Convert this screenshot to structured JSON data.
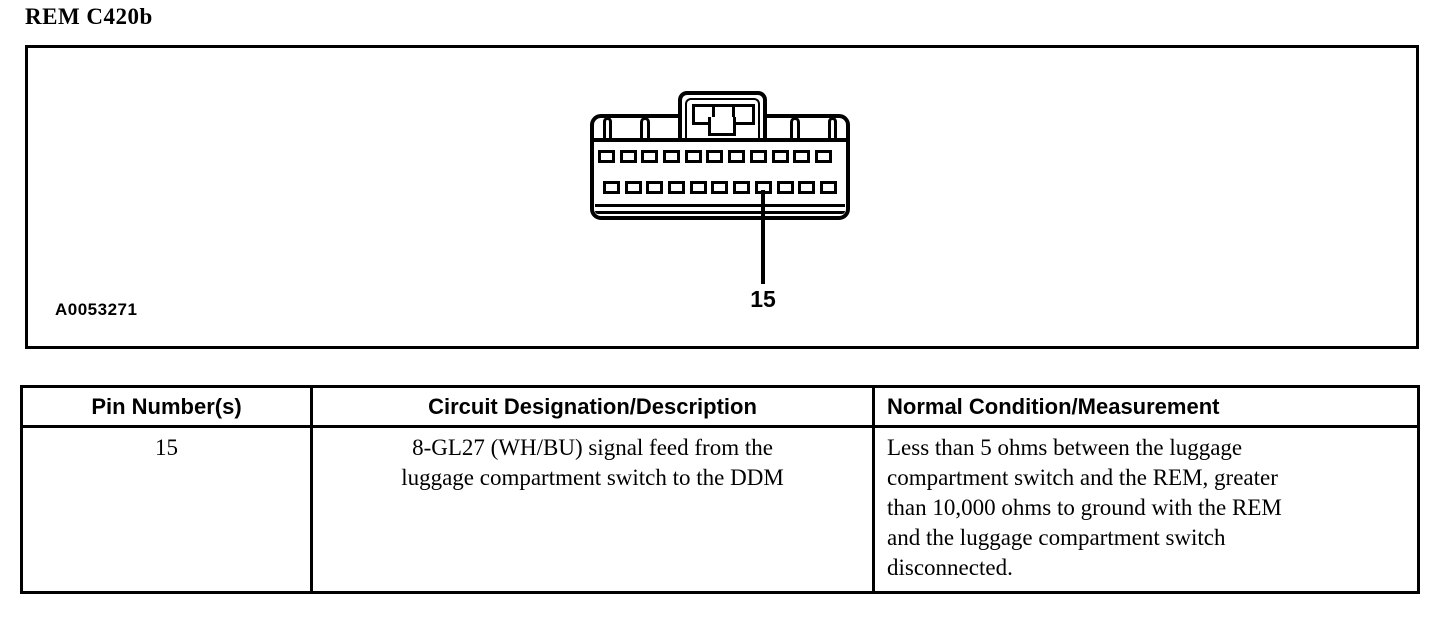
{
  "title": "REM C420b",
  "figure": {
    "label": "A0053271",
    "callout": "15",
    "connector": {
      "top_row_slots": 11,
      "bottom_row_slots": 11,
      "callout_slot": 8
    }
  },
  "table": {
    "headers": [
      "Pin Number(s)",
      "Circuit Designation/Description",
      "Normal Condition/Measurement"
    ],
    "rows": [
      {
        "pin": "15",
        "circuit_lines": [
          "8-GL27 (WH/BU) signal feed from the",
          "luggage compartment switch to the DDM"
        ],
        "condition_lines": [
          "Less than 5 ohms between the luggage",
          "compartment switch and the REM, greater",
          "than 10,000 ohms to ground with the REM",
          "and the luggage compartment switch",
          "disconnected."
        ]
      }
    ]
  }
}
